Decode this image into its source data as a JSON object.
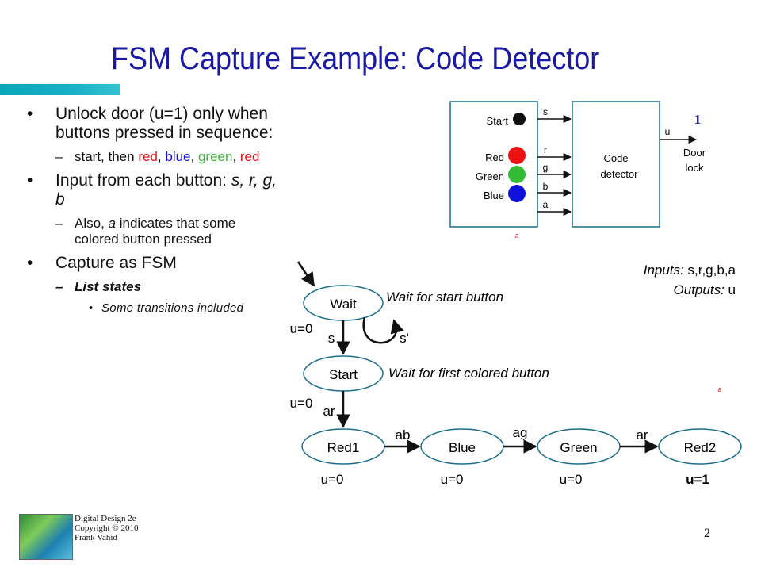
{
  "title": "FSM Capture Example: Code Detector",
  "bullets": {
    "b1": "Unlock door (u=1) only when buttons pressed in sequence:",
    "b1_sub_prefix": "start, then ",
    "b1_sub_red": "red",
    "b1_sub_blue": "blue",
    "b1_sub_green": "green",
    "b1_sub_red2": "red",
    "b2_prefix": "Input from each button: ",
    "b2_vars": "s, r, g, b",
    "b2_sub_prefix": "Also, ",
    "b2_sub_a": "a",
    "b2_sub_rest": " indicates that some colored button pressed",
    "b3": "Capture as FSM",
    "b3_sub": "List states",
    "b3_subsub": "Some transitions included"
  },
  "block": {
    "start_label": "Start",
    "red_label": "Red",
    "green_label": "Green",
    "blue_label": "Blue",
    "sig_s": "s",
    "sig_r": "r",
    "sig_g": "g",
    "sig_b": "b",
    "sig_a": "a",
    "detector_line1": "Code",
    "detector_line2": "detector",
    "out_u": "u",
    "out_value": "1",
    "door_line1": "Door",
    "door_line2": "lock",
    "small_a": "a"
  },
  "io": {
    "inputs_label": "Inputs:",
    "inputs_value": "s,r,g,b,a",
    "outputs_label": "Outputs:",
    "outputs_value": "u"
  },
  "fsm": {
    "wait": "Wait",
    "start": "Start",
    "red1": "Red1",
    "blue": "Blue",
    "green": "Green",
    "red2": "Red2",
    "wait_note": "Wait for start button",
    "start_note": "Wait for first colored button",
    "u_wait": "u=0",
    "u_start": "u=0",
    "u_red1": "u=0",
    "u_blue": "u=0",
    "u_green": "u=0",
    "u_red2": "u=1",
    "t_s": "s",
    "t_s_not": "s'",
    "t_ar1": "ar",
    "t_ab": "ab",
    "t_ag": "ag",
    "t_ar2": "ar",
    "small_a": "a"
  },
  "footer": {
    "line1": "Digital Design 2e",
    "line2": "Copyright © 2010",
    "line3": "Frank Vahid",
    "page": "2"
  },
  "colors": {
    "title": "#1a1aa6",
    "red": "#ee1111",
    "green": "#33bb33",
    "blue": "#1111dd"
  }
}
